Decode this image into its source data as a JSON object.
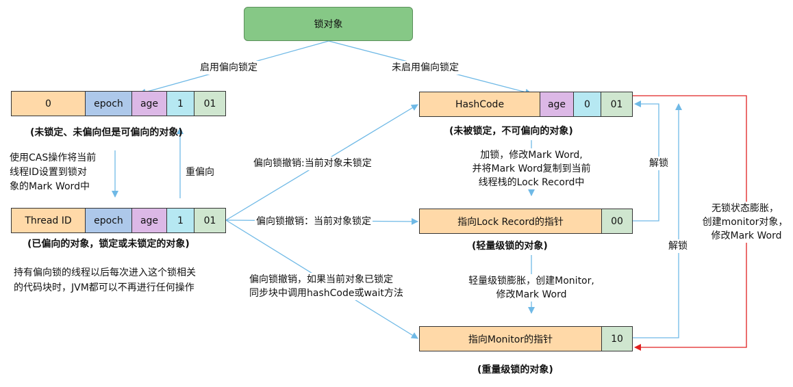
{
  "title": "锁对象",
  "edges": {
    "enable_biased": "启用偏向锁定",
    "disable_biased": "未启用偏向锁定",
    "cas_line1": "使用CAS操作将当前",
    "cas_line2": "线程ID设置到锁对",
    "cas_line3": "象的Mark Word中",
    "rebias": "重偏向",
    "revoke_unlocked": "偏向锁撤销:当前对象未锁定",
    "revoke_locked": "偏向锁撤销：当前对象锁定",
    "revoke_hash_line1": "偏向锁撤销，如果当前对象已锁定",
    "revoke_hash_line2": "同步块中调用hashCode或wait方法",
    "lock_line1": "加锁，修改Mark Word,",
    "lock_line2": "并将Mark Word复制到当前",
    "lock_line3": "线程栈的Lock Record中",
    "inflate_line1": "轻量级锁膨胀，创建Monitor,",
    "inflate_line2": "修改Mark Word",
    "unlock1": "解锁",
    "unlock2": "解锁",
    "nolock_inflate_line1": "无锁状态膨胀，",
    "nolock_inflate_line2": "创建monitor对象，",
    "nolock_inflate_line3": "修改Mark Word"
  },
  "biasable": {
    "cells": [
      "0",
      "epoch",
      "age",
      "1",
      "01"
    ],
    "caption": "(未锁定、未偏向但是可偏向的对象)"
  },
  "biased": {
    "cells": [
      "Thread ID",
      "epoch",
      "age",
      "1",
      "01"
    ],
    "caption": "(已偏向的对象，锁定或未锁定的对象)",
    "note_line1": "持有偏向锁的线程以后每次进入这个锁相关",
    "note_line2": "的代码块时，JVM都可以不再进行任何操作"
  },
  "unbiasable": {
    "cells": [
      "HashCode",
      "age",
      "0",
      "01"
    ],
    "caption": "(未被锁定，不可偏向的对象)"
  },
  "lightweight": {
    "cells": [
      "指向Lock Record的指针",
      "00"
    ],
    "caption": "(轻量级锁的对象)"
  },
  "heavyweight": {
    "cells": [
      "指向Monitor的指针",
      "10"
    ],
    "caption": "(重量级锁的对象)"
  },
  "colors": {
    "arrow_blue": "#6fb9e6",
    "arrow_red": "#e02020"
  }
}
